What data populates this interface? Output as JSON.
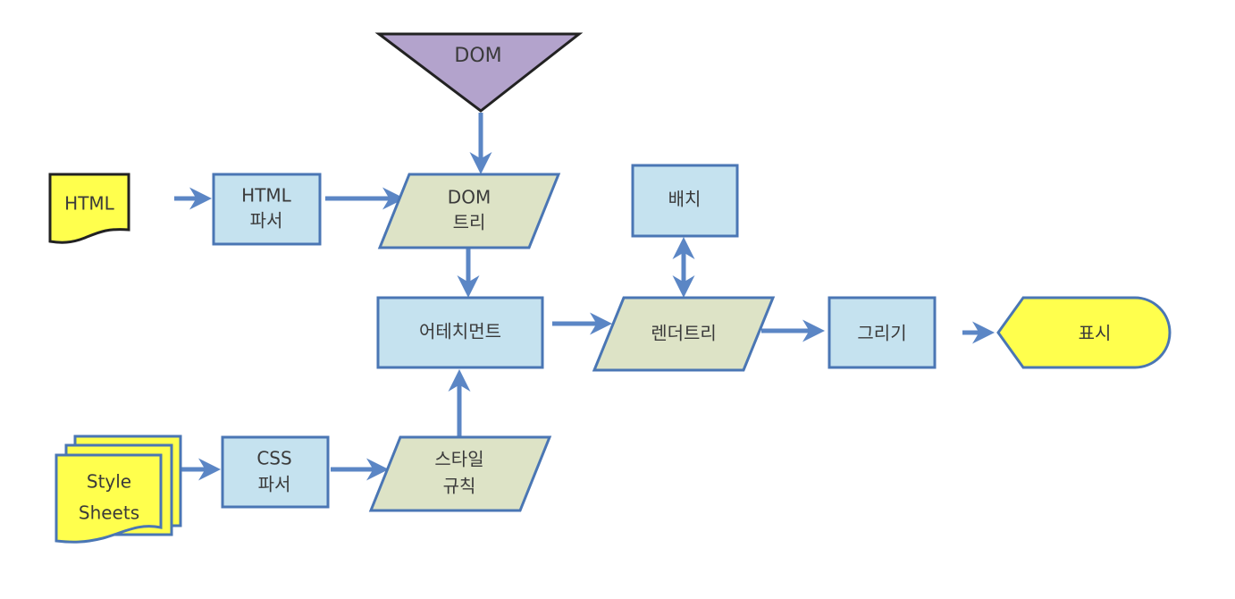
{
  "diagram": {
    "colors": {
      "process_fill": "#c5e2ef",
      "process_stroke": "#4a76b4",
      "data_fill": "#dde3c6",
      "data_stroke": "#4a76b4",
      "document_fill": "#ffff4d",
      "document_stroke": "#222222",
      "dom_fill": "#b3a3cc",
      "arrow": "#5b86c5"
    },
    "nodes": {
      "dom_source": {
        "label": "DOM"
      },
      "html_doc": {
        "label": "HTML"
      },
      "html_parser": {
        "line1": "HTML",
        "line2": "파서"
      },
      "dom_tree": {
        "line1": "DOM",
        "line2": "트리"
      },
      "attachment": {
        "label": "어테치먼트"
      },
      "layout": {
        "label": "배치"
      },
      "render_tree": {
        "label": "렌더트리"
      },
      "painting": {
        "label": "그리기"
      },
      "display": {
        "label": "표시"
      },
      "style_sheets": {
        "line1": "Style",
        "line2": "Sheets"
      },
      "css_parser": {
        "line1": "CSS",
        "line2": "파서"
      },
      "style_rules": {
        "line1": "스타일",
        "line2": "규칙"
      }
    },
    "edges": [
      {
        "from": "html_doc",
        "to": "html_parser"
      },
      {
        "from": "html_parser",
        "to": "dom_tree"
      },
      {
        "from": "dom_source",
        "to": "dom_tree"
      },
      {
        "from": "dom_tree",
        "to": "attachment"
      },
      {
        "from": "style_sheets",
        "to": "css_parser"
      },
      {
        "from": "css_parser",
        "to": "style_rules"
      },
      {
        "from": "style_rules",
        "to": "attachment"
      },
      {
        "from": "attachment",
        "to": "render_tree"
      },
      {
        "from": "render_tree",
        "to": "layout",
        "bidirectional": true
      },
      {
        "from": "render_tree",
        "to": "painting"
      },
      {
        "from": "painting",
        "to": "display"
      }
    ]
  }
}
